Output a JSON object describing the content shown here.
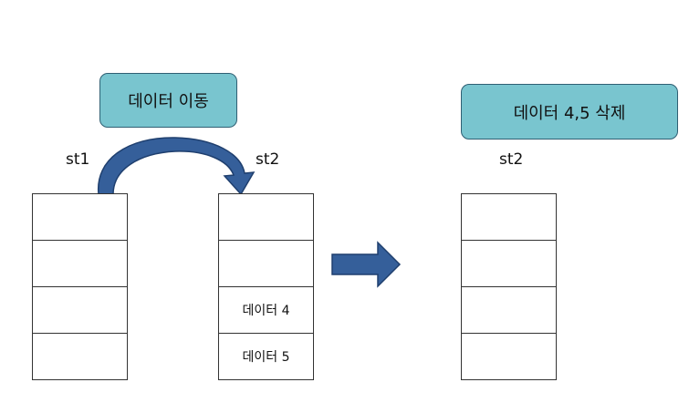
{
  "labels": {
    "move": "데이터 이동",
    "delete": "데이터 4,5 삭제"
  },
  "stacks": {
    "st1": {
      "title": "st1",
      "cells": [
        "",
        "",
        "",
        ""
      ]
    },
    "st2_before": {
      "title": "st2",
      "cells": [
        "",
        "",
        "데이터 4",
        "데이터 5"
      ]
    },
    "st2_after": {
      "title": "st2",
      "cells": [
        "",
        "",
        "",
        ""
      ]
    }
  },
  "colors": {
    "label_fill": "#79c5cf",
    "label_border": "#2f5f73",
    "arrow_fill": "#355f9a",
    "arrow_border": "#1f3f6e"
  }
}
